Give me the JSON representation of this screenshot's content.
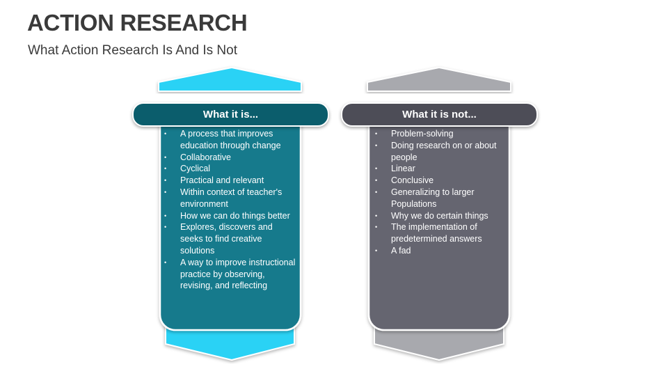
{
  "title": "ACTION RESEARCH",
  "subtitle": "What Action Research Is And Is Not",
  "colors": {
    "left_frame": "#2bd2f5",
    "left_panel": "#127a8c",
    "left_header": "#0b5d6c",
    "right_frame": "#a8a9ae",
    "right_panel": "#656570",
    "right_header": "#4d4d57"
  },
  "is": {
    "heading": "What it is...",
    "items": [
      "A process that improves education through change",
      "Collaborative",
      "Cyclical",
      "Practical and relevant",
      "Within context of teacher's environment",
      "How we can do things better",
      "Explores, discovers and seeks to find creative solutions",
      "A way to improve instructional practice by observing, revising, and reflecting"
    ]
  },
  "is_not": {
    "heading": "What it is not...",
    "items": [
      "Problem-solving",
      "Doing research on or about people",
      "Linear",
      "Conclusive",
      "Generalizing to larger Populations",
      "Why we do certain things",
      "The implementation of predetermined answers",
      "A fad"
    ]
  }
}
